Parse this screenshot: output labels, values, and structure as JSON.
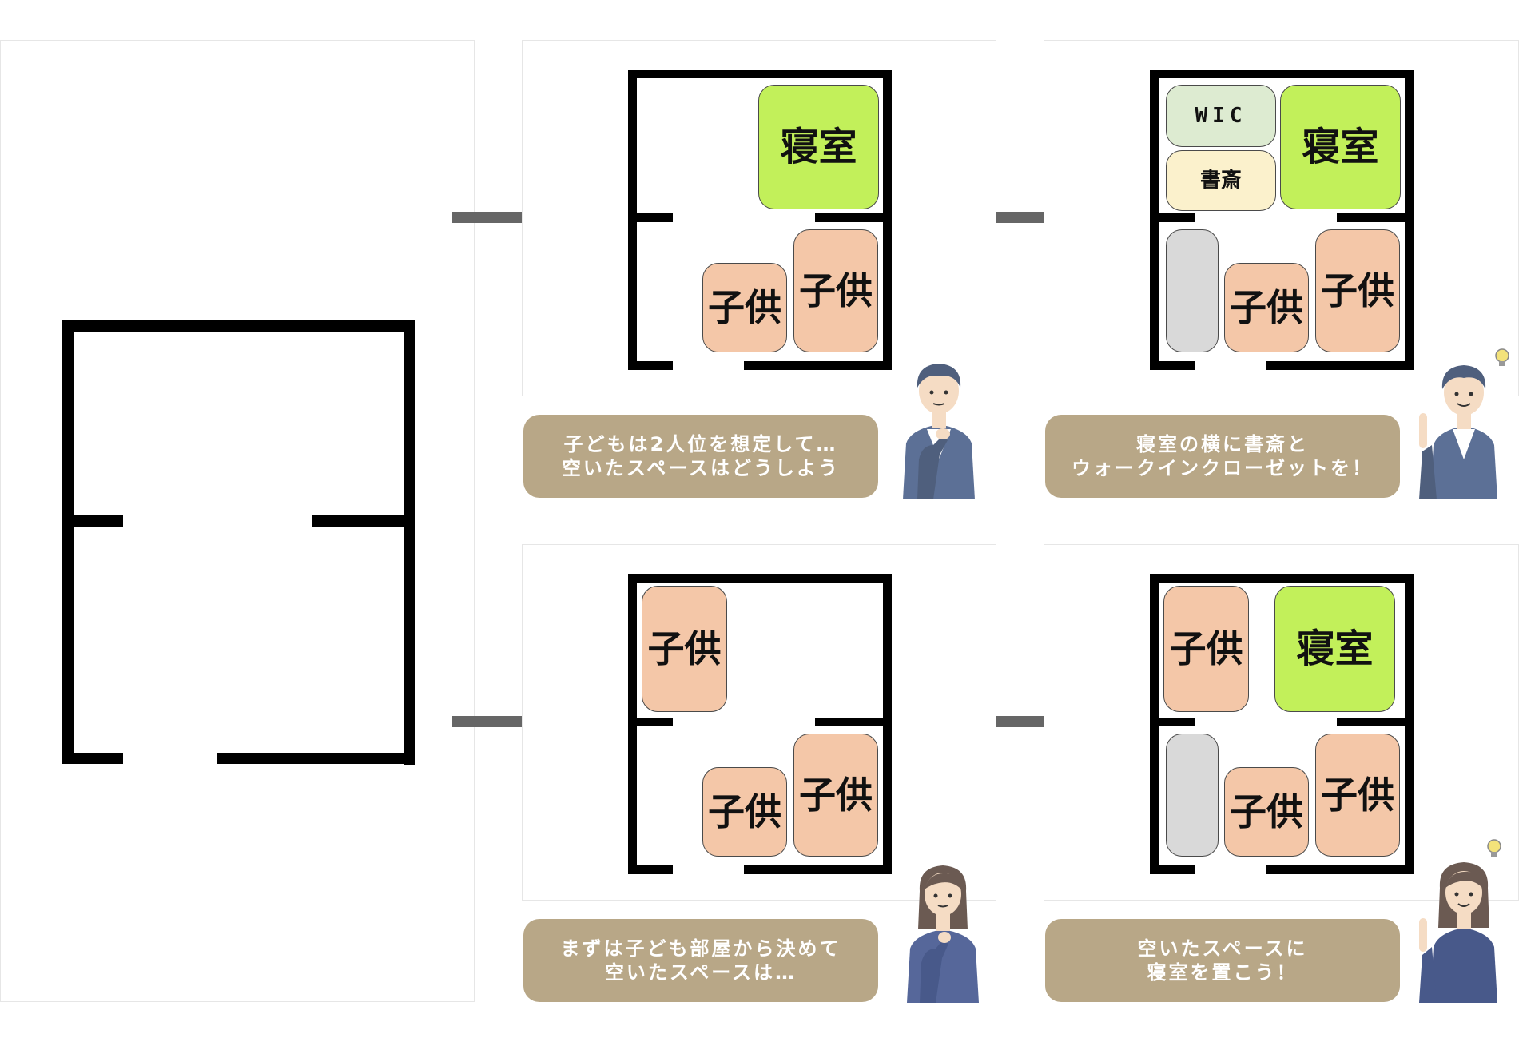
{
  "colors": {
    "bedroom": "#c2f05a",
    "child_room": "#f4c7a8",
    "wic": "#ddebd1",
    "study": "#fbf1cc",
    "storage": "#d9d9d9",
    "caption_bg": "#b8a787",
    "arrow": "#666666"
  },
  "labels": {
    "bedroom": "寝室",
    "child": "子供",
    "wic": "WIC",
    "study": "書斎"
  },
  "captions": {
    "top_middle": [
      "子どもは2人位を想定して…",
      "空いたスペースはどうしよう"
    ],
    "top_right": [
      "寝室の横に書斎と",
      "ウォークインクローゼットを！"
    ],
    "bottom_middle": [
      "まずは子ども部屋から決めて",
      "空いたスペースは…"
    ],
    "bottom_right": [
      "空いたスペースに",
      "寝室を置こう！"
    ]
  },
  "icons": {
    "arrow": "arrow-right-icon",
    "man_thinking": "man-thinking-icon",
    "man_idea": "man-pointing-idea-icon",
    "woman_thinking": "woman-thinking-icon",
    "woman_idea": "woman-pointing-idea-icon",
    "bulb": "lightbulb-icon"
  }
}
